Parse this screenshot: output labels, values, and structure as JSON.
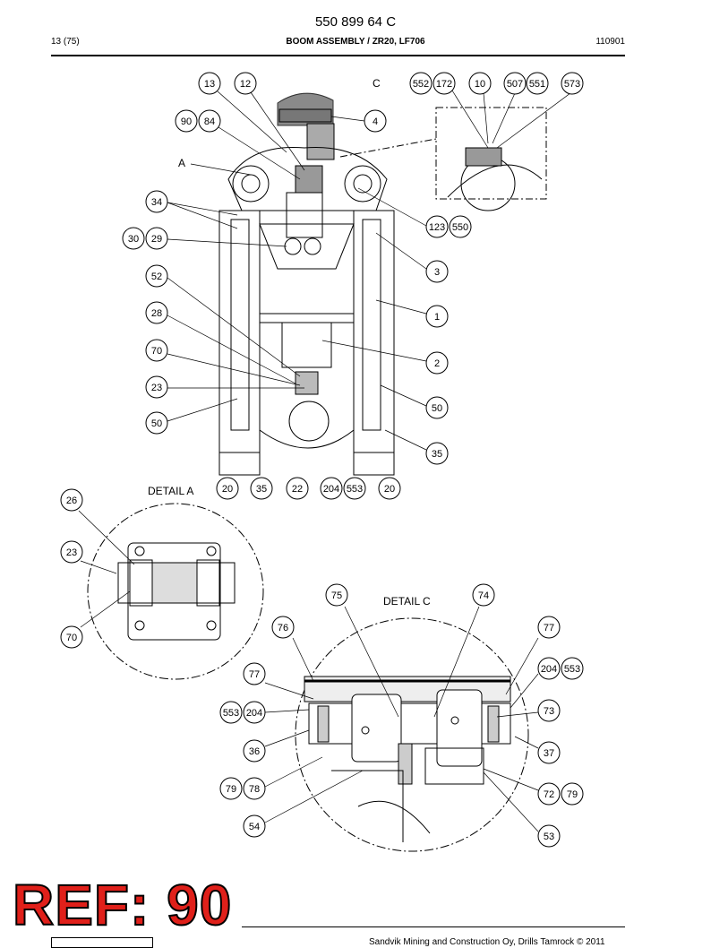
{
  "header": {
    "doc_number": "550 899 64 C",
    "page": "13 (75)",
    "title": "BOOM ASSEMBLY / ZR20, LF706",
    "code": "110901"
  },
  "views": {
    "detail_a_title": "DETAIL A",
    "detail_c_title": "DETAIL C",
    "marker_c": "C",
    "marker_a": "A"
  },
  "callouts_main": [
    "13",
    "12",
    "552",
    "172",
    "10",
    "507",
    "551",
    "573",
    "90",
    "84",
    "4",
    "34",
    "123",
    "550",
    "30",
    "29",
    "3",
    "52",
    "1",
    "28",
    "70",
    "2",
    "23",
    "50",
    "50",
    "35",
    "20",
    "35",
    "22",
    "204",
    "553",
    "20"
  ],
  "callouts_detail_a": [
    "26",
    "23",
    "70"
  ],
  "callouts_detail_c": [
    "75",
    "74",
    "76",
    "77",
    "77",
    "204",
    "553",
    "553",
    "204",
    "73",
    "36",
    "37",
    "79",
    "78",
    "72",
    "79",
    "54",
    "53"
  ],
  "stamp": "REF: 90",
  "footer": "Sandvik Mining and Construction Oy, Drills Tamrock © 2011"
}
